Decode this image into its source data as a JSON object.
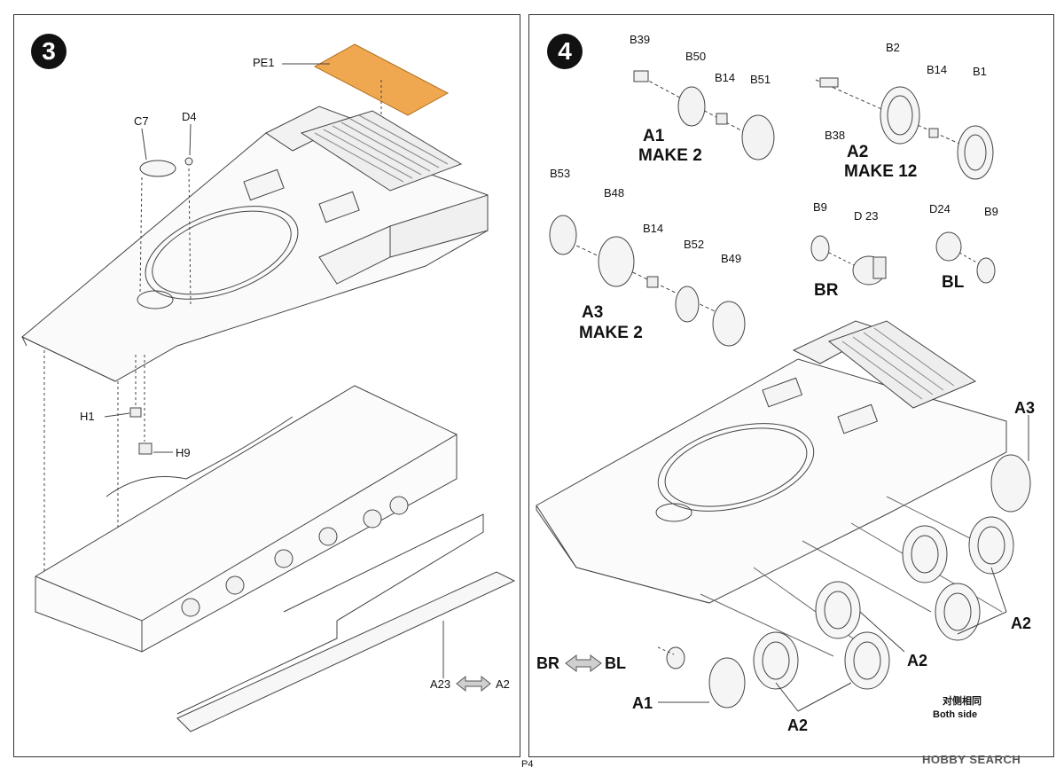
{
  "page": {
    "page_number": "P4",
    "watermark": "HOBBY SEARCH"
  },
  "step3": {
    "number": "3",
    "parts": {
      "pe1": "PE1",
      "c7": "C7",
      "d4": "D4",
      "h1": "H1",
      "h9": "H9",
      "a23": "A23",
      "a2": "A2"
    }
  },
  "step4": {
    "number": "4",
    "a1_group": {
      "title": "A1",
      "make": "MAKE 2",
      "b39": "B39",
      "b50": "B50",
      "b14": "B14",
      "b51": "B51"
    },
    "a2_group": {
      "title": "A2",
      "make": "MAKE 12",
      "b2": "B2",
      "b14": "B14",
      "b1": "B1",
      "b38": "B38"
    },
    "a3_group": {
      "title": "A3",
      "make": "MAKE 2",
      "b53": "B53",
      "b48": "B48",
      "b14": "B14",
      "b52": "B52",
      "b49": "B49"
    },
    "br_group": {
      "title": "BR",
      "b9": "B9",
      "d23": "D 23"
    },
    "bl_group": {
      "title": "BL",
      "d24": "D24",
      "b9": "B9"
    },
    "assembly": {
      "a3": "A3",
      "a2_right": "A2",
      "a2_mid": "A2",
      "a2_bottom": "A2",
      "a1": "A1",
      "br": "BR",
      "bl": "BL",
      "note_cn": "对侧相同",
      "note_en": "Both side"
    }
  },
  "colors": {
    "pe_sheet": "#f0a850",
    "line": "#444444",
    "text": "#111111"
  }
}
